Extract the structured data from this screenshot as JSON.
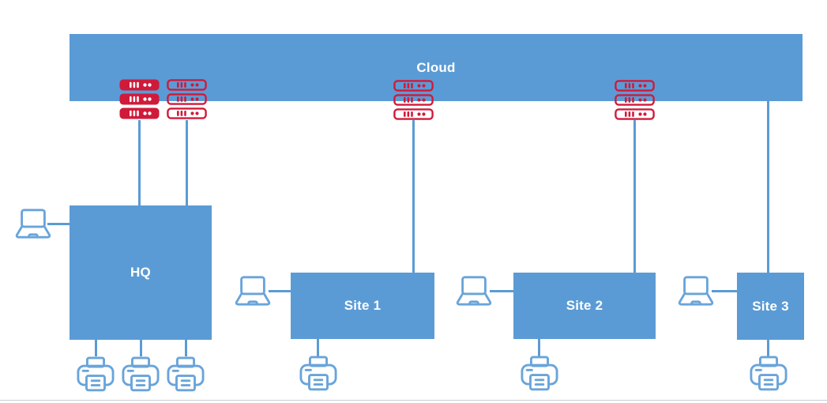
{
  "diagram": {
    "cloud": {
      "label": "Cloud"
    },
    "hq": {
      "label": "HQ"
    },
    "site1": {
      "label": "Site 1"
    },
    "site2": {
      "label": "Site 2"
    },
    "site3": {
      "label": "Site 3"
    }
  },
  "icons": {
    "server_rack_filled": "rack-server-stack-filled-red",
    "server_rack_outline": "rack-server-stack-outlined-red",
    "laptop": "laptop-outline-blue",
    "printer": "printer-outline-blue"
  },
  "colors": {
    "shape_blue": "#5b9bd5",
    "icon_blue": "#69a4da",
    "line_blue": "#5b9bd5",
    "server_red": "#d01a3a",
    "label_white": "#ffffff",
    "page_edge": "#c9ced3"
  }
}
